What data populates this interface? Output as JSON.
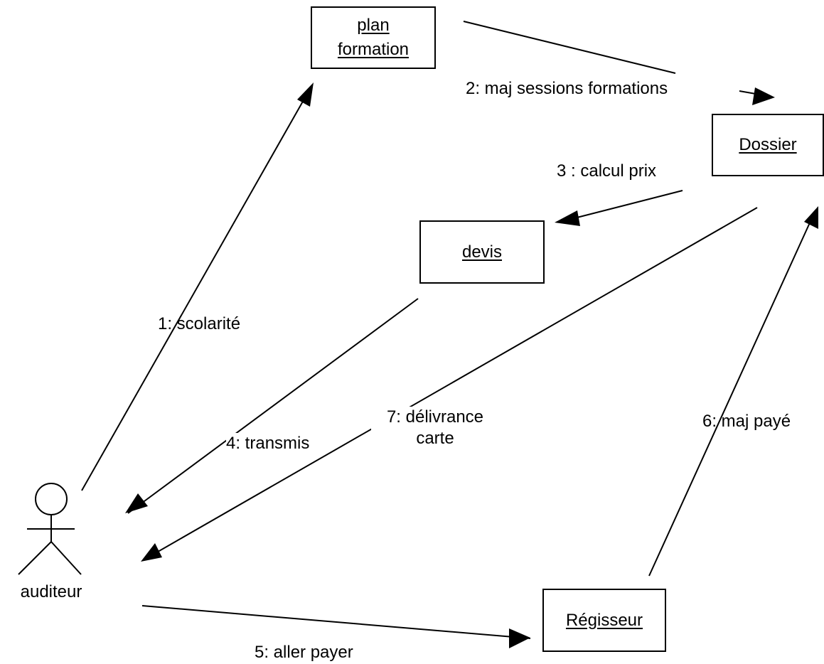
{
  "objects": {
    "plan_formation": "plan \nformation",
    "dossier": "Dossier",
    "devis": "devis",
    "regisseur": "Régisseur"
  },
  "actor": {
    "name": "auditeur"
  },
  "messages": {
    "m1": "1: scolarité",
    "m2": "2: maj sessions formations",
    "m3": "3 : calcul prix",
    "m4": "4: transmis",
    "m5": "5: aller payer",
    "m6": "6: maj payé",
    "m7": "7: délivrance\ncarte"
  },
  "colors": {
    "line": "#000000",
    "background": "#ffffff"
  }
}
